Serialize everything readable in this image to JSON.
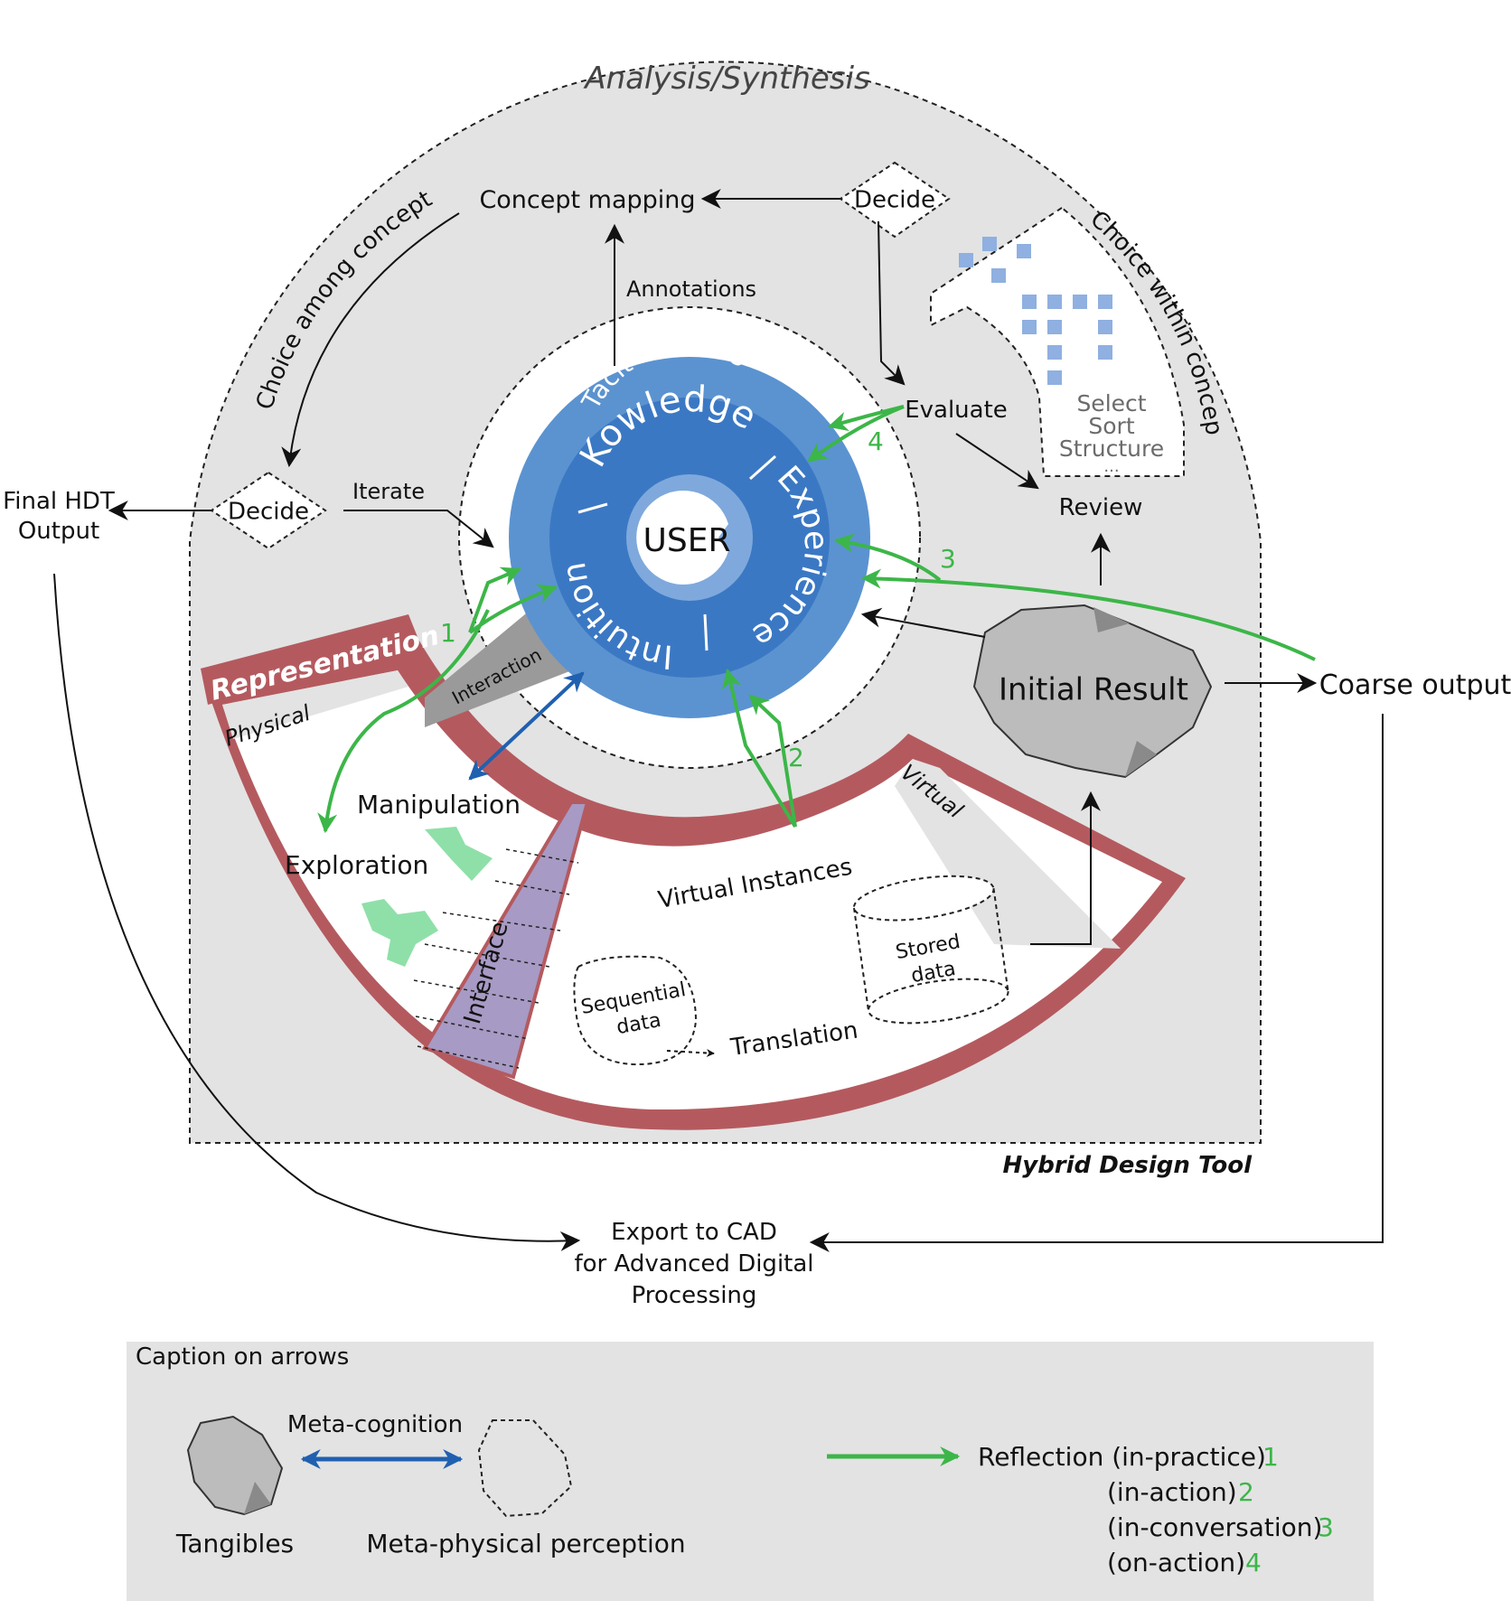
{
  "titles": {
    "analysis_synthesis": "Analysis/Synthesis",
    "hybrid_design_tool": "Hybrid Design Tool"
  },
  "nodes": {
    "concept_mapping": "Concept mapping",
    "decide_top": "Decide",
    "decide_left": "Decide",
    "annotations": "Annotations",
    "evaluate": "Evaluate",
    "review": "Review",
    "iterate": "Iterate",
    "final_hdt_output_line1": "Final HDT",
    "final_hdt_output_line2": "Output",
    "initial_result": "Initial Result",
    "coarse_output": "Coarse output",
    "export_line1": "Export to CAD",
    "export_line2": "for Advanced Digital",
    "export_line3": "Processing"
  },
  "arcs": {
    "choice_among_concepts": "Choice among concepts",
    "choice_within_concept": "Choice within concept",
    "select": "Select",
    "sort": "Sort",
    "structure": "Structure",
    "ellipsis": "..."
  },
  "user_core": {
    "user": "USER",
    "tacit_knowing": "Tacit Knowing",
    "knowledge": "Kowledge",
    "experience": "Experience",
    "intuition": "Intuition"
  },
  "representation": {
    "title": "Representation",
    "physical": "Physical",
    "virtual": "Virtual",
    "interaction": "Interaction",
    "manipulation": "Manipulation",
    "exploration": "Exploration",
    "interface": "Interface",
    "virtual_instances": "Virtual Instances",
    "sequential_line1": "Sequential",
    "sequential_line2": "data",
    "stored_line1": "Stored",
    "stored_line2": "data",
    "translation": "Translation"
  },
  "reflection_numbers": [
    "1",
    "2",
    "3",
    "4"
  ],
  "legend": {
    "caption": "Caption on arrows",
    "meta_cognition": "Meta-cognition",
    "tangibles": "Tangibles",
    "meta_physical": "Meta-physical perception",
    "reflection": "Reflection (in-practice)",
    "in_action": "(in-action)",
    "in_conversation": "(in-conversation)",
    "on_action": "(on-action)",
    "n1": "1",
    "n2": "2",
    "n3": "3",
    "n4": "4"
  },
  "colors": {
    "outer_bg": "#e3e3e3",
    "core_dark": "#3b78c4",
    "core_mid": "#5b93d0",
    "core_light": "#7fa9dc",
    "representation": "#b45a5f",
    "interface": "#a79ac4",
    "green": "#3cb648",
    "blue_arrow": "#2060b0",
    "squares": "#8fb0e0"
  }
}
